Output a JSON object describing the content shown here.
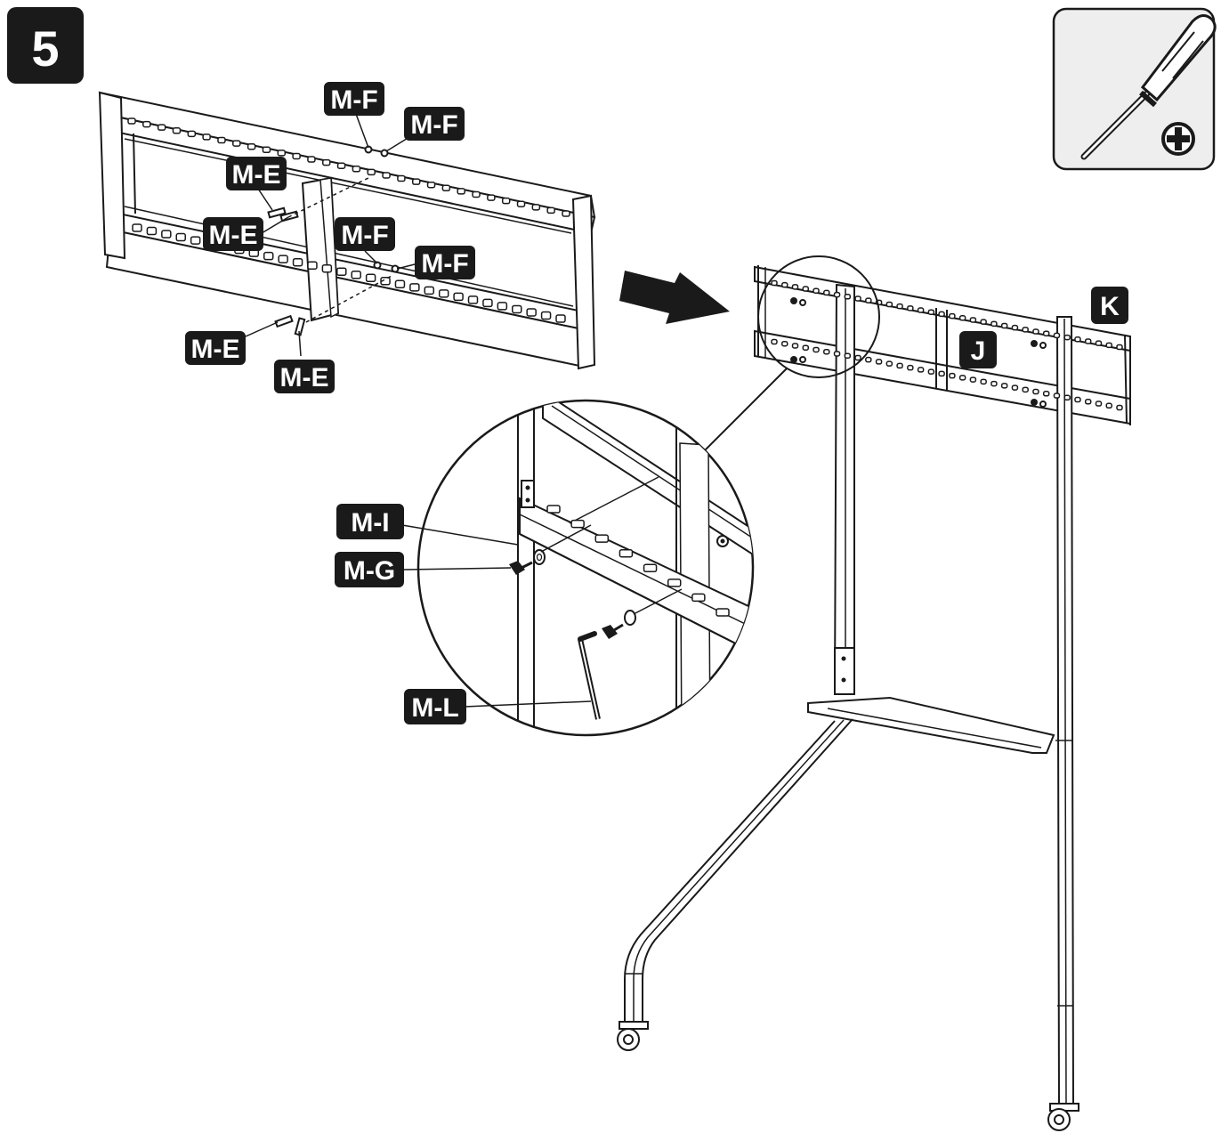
{
  "step": {
    "number": "5"
  },
  "tool": {
    "name": "screwdriver-icon",
    "type_name": "plus-icon"
  },
  "labels": {
    "mf1": "M-F",
    "mf2": "M-F",
    "me1": "M-E",
    "me2": "M-E",
    "mf3": "M-F",
    "mf4": "M-F",
    "me3": "M-E",
    "me4": "M-E",
    "mi": "M-I",
    "mg": "M-G",
    "ml": "M-L",
    "k": "K",
    "j": "J"
  },
  "colors": {
    "ink": "#1a1a1a",
    "paper": "#ffffff",
    "panel": "#eeeeee"
  }
}
